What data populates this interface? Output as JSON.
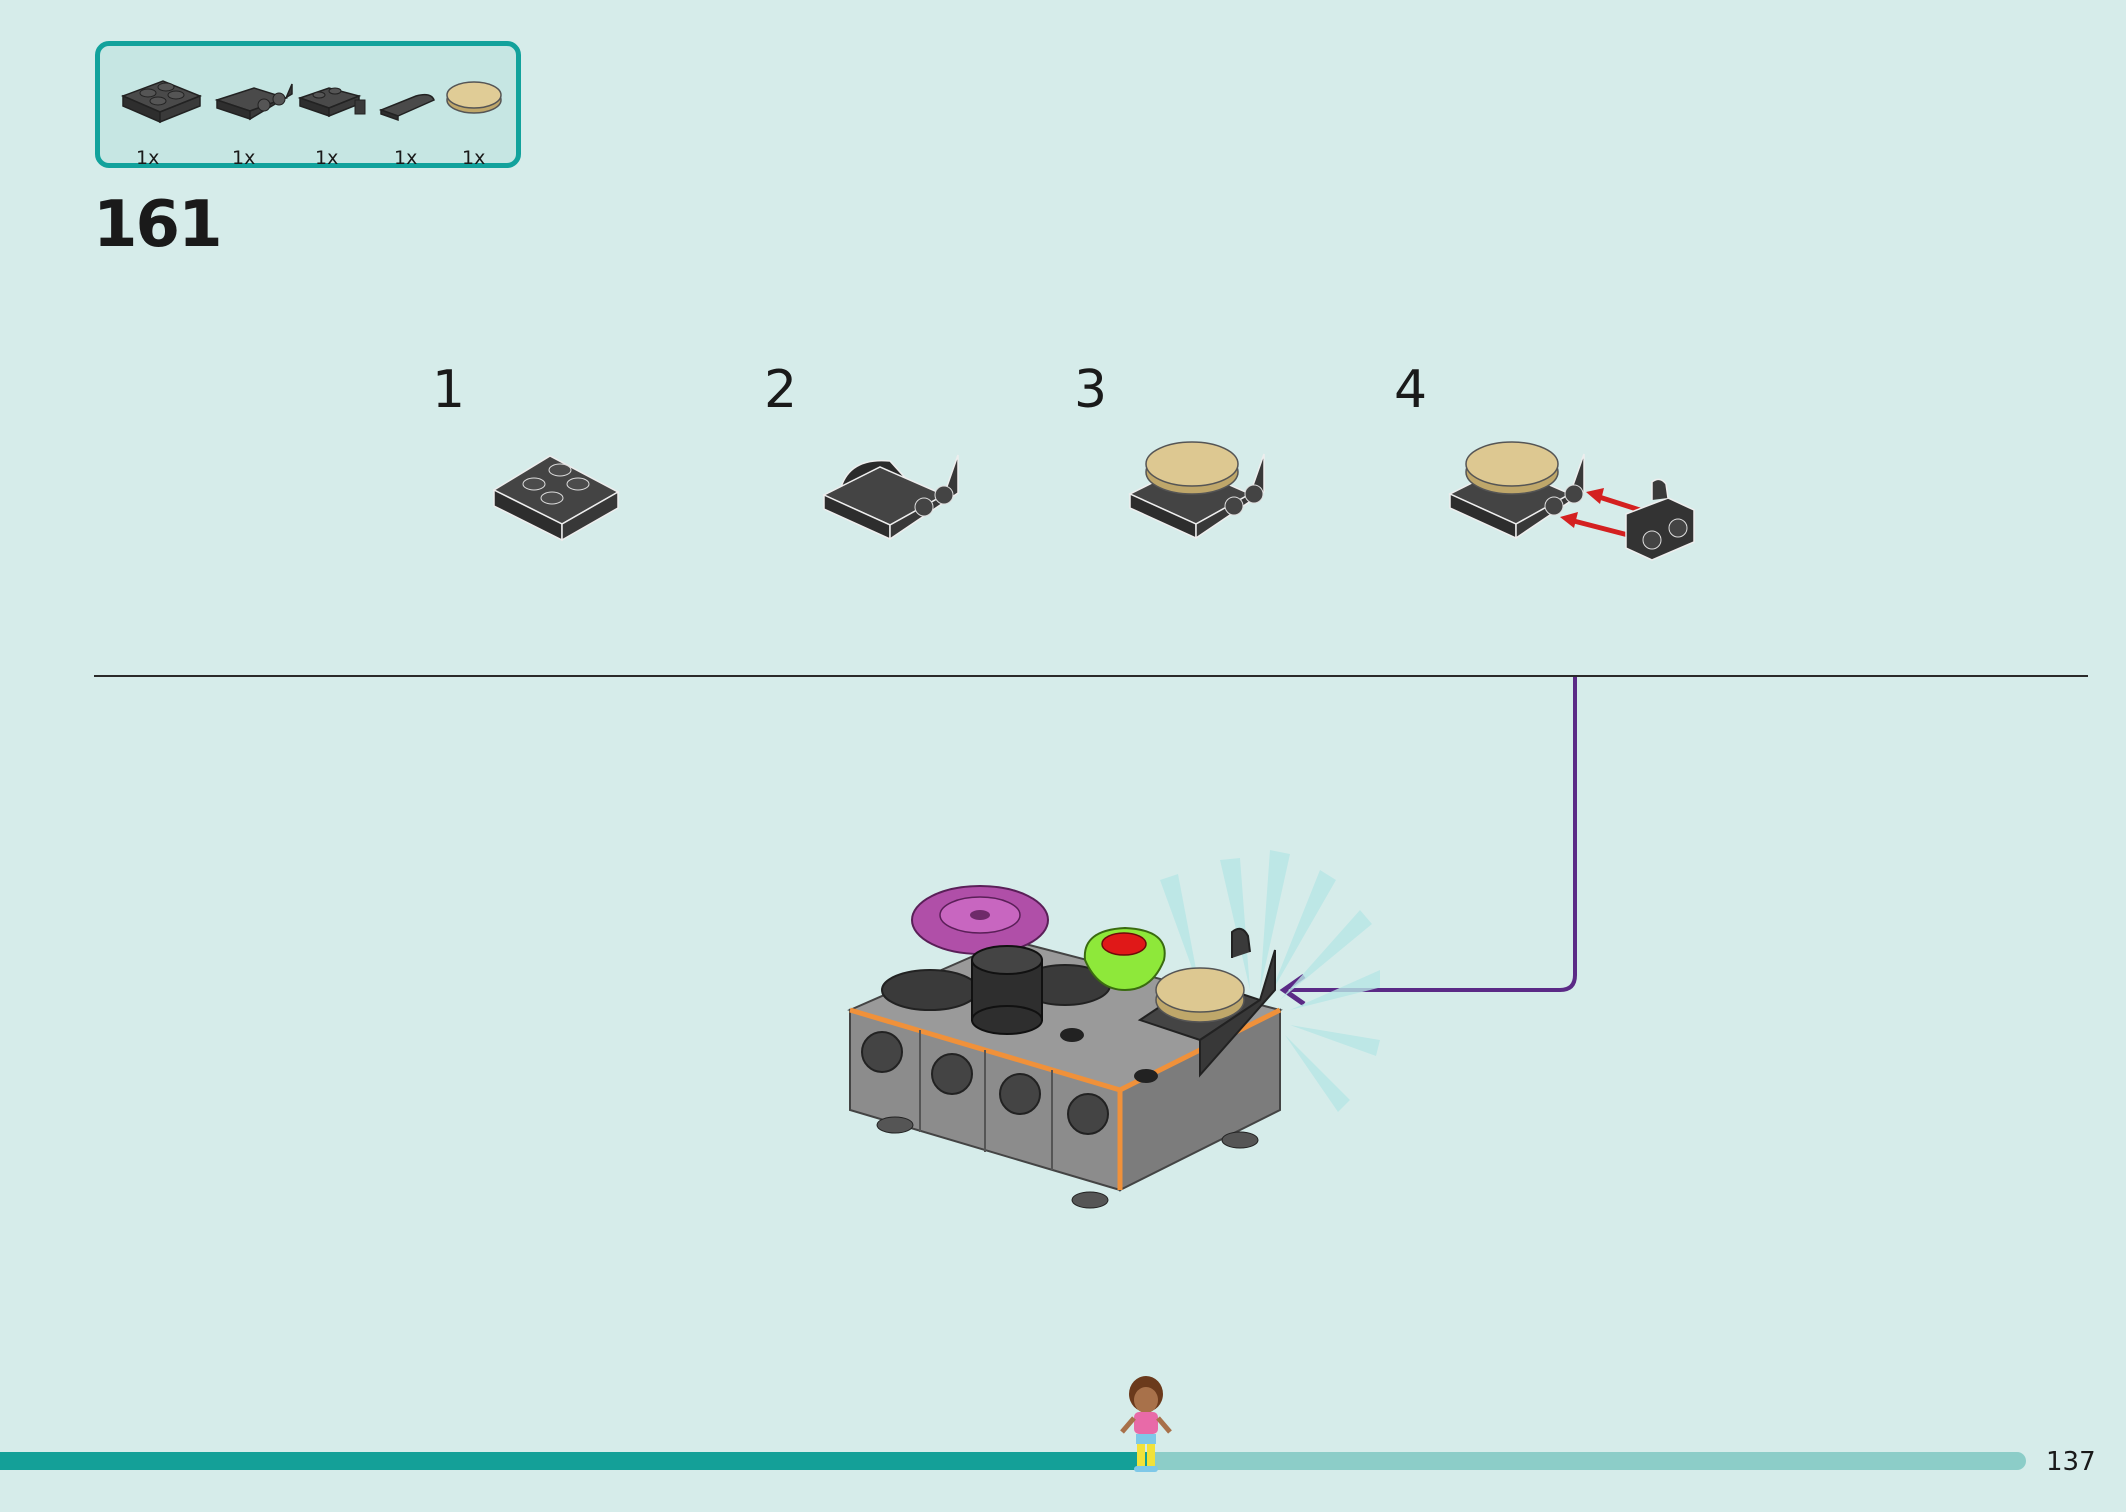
{
  "parts_list": {
    "items": [
      {
        "icon": "plate-2x2-icon",
        "quantity": "1x",
        "color": "#3a3a3a"
      },
      {
        "icon": "bracket-plate-icon",
        "quantity": "1x",
        "color": "#3a3a3a"
      },
      {
        "icon": "clip-plate-icon",
        "quantity": "1x",
        "color": "#3a3a3a"
      },
      {
        "icon": "half-round-tile-icon",
        "quantity": "1x",
        "color": "#3a3a3a"
      },
      {
        "icon": "round-tile-2x2-icon",
        "quantity": "1x",
        "color": "#d9c38a"
      }
    ]
  },
  "step": {
    "number": "161"
  },
  "sub_steps": [
    {
      "number": "1",
      "illustration": "plate-2x2-icon"
    },
    {
      "number": "2",
      "illustration": "plate-with-bracket-icon"
    },
    {
      "number": "3",
      "illustration": "plate-with-round-tile-icon"
    },
    {
      "number": "4",
      "illustration": "attach-clip-icon"
    }
  ],
  "main_model": {
    "illustration": "kitchen-stove-model-icon"
  },
  "progress": {
    "fraction": 0.57
  },
  "page": {
    "number": "137"
  },
  "colors": {
    "background": "#d6ecea",
    "accent": "#12a29c",
    "callout_line": "#5b2a86",
    "arrow_red": "#d42020"
  }
}
